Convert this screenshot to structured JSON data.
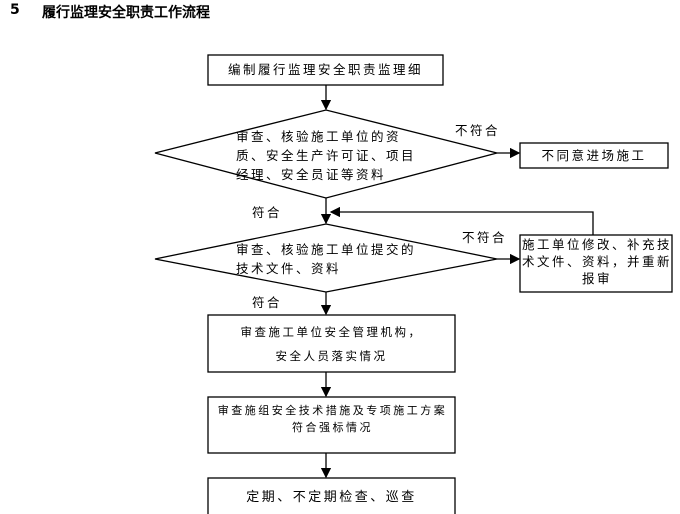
{
  "heading": {
    "number": "5",
    "title": "履行监理安全职责工作流程"
  },
  "nodes": {
    "n1": "编制履行监理安全职责监理细",
    "d1": "审查、核验施工单位的资质、安全生产许可证、项目经理、安全员证等资料",
    "reject1": "不同意进场施工",
    "d2": "审查、核验施工单位提交的技术文件、资料",
    "reject2": "施工单位修改、补充技术文件、资料，并重新报审",
    "n3a": "审查施工单位安全管理机构，",
    "n3b": "安全人员落实情况",
    "n4": "审查施组安全技术措施及专项施工方案符合强标情况",
    "n5": "定期、不定期检查、巡查"
  },
  "labels": {
    "fail1": "不符合",
    "pass1": "符合",
    "fail2": "不符合",
    "pass2": "符合"
  }
}
